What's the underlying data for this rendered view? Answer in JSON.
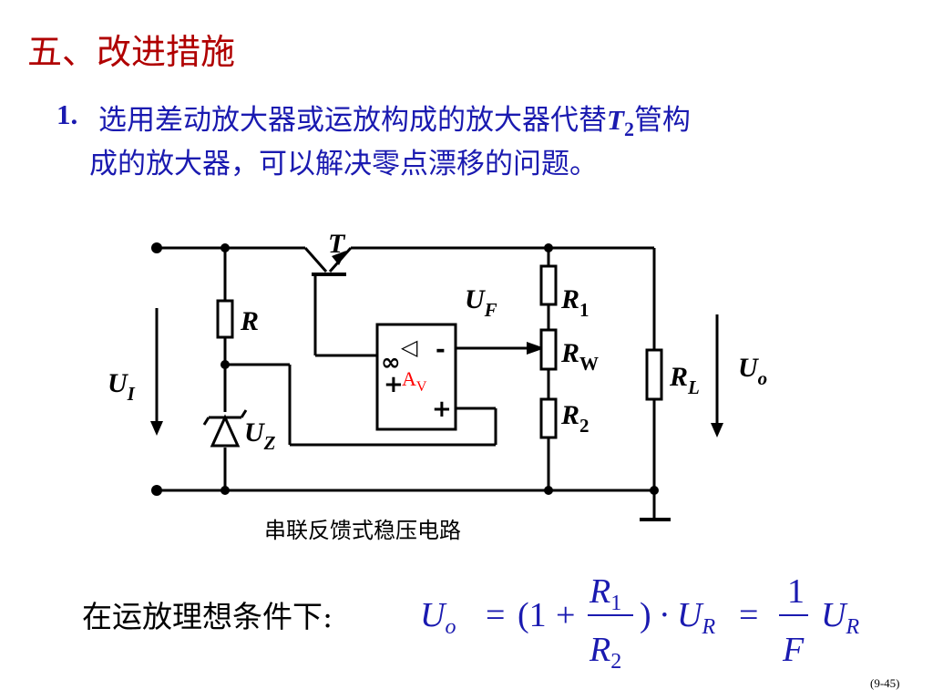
{
  "slide": {
    "section_title": "五、改进措施",
    "item_number": "1.",
    "item_text_1": "选用差动放大器或运放构成的放大器代替",
    "item_symbol_T": "T",
    "item_symbol_sub": "2",
    "item_text_2": "管构",
    "item_line2": "成的放大器，可以解决零点漂移的问题。",
    "condition": "在运放理想条件下:",
    "page_number": "(9-45)"
  },
  "circuit": {
    "caption": "串联反馈式稳压电路",
    "transistor": "T",
    "input_voltage": {
      "main": "U",
      "sub": "I"
    },
    "output_voltage": {
      "main": "U",
      "sub": "o"
    },
    "feedback_voltage": {
      "main": "U",
      "sub": "F"
    },
    "zener_voltage": {
      "main": "U",
      "sub": "Z"
    },
    "resistor_R": "R",
    "resistor_R1": {
      "main": "R",
      "sub": "1"
    },
    "resistor_RW": {
      "main": "R",
      "sub": "W"
    },
    "resistor_R2": {
      "main": "R",
      "sub": "2"
    },
    "resistor_RL": {
      "main": "R",
      "sub": "L"
    },
    "opamp_infinity": "∞",
    "opamp_triangle": "◁",
    "opamp_plus_left": "+",
    "opamp_gain": {
      "main": "A",
      "sub": "V"
    },
    "opamp_minus": "-",
    "opamp_plus_right": "+",
    "accent_color": "#ff0000"
  },
  "formula": {
    "lhs_main": "U",
    "lhs_sub": "o",
    "eq1": "=",
    "open": "(1",
    "plus": "+",
    "frac1_num_main": "R",
    "frac1_num_sub": "1",
    "frac1_den_main": "R",
    "frac1_den_sub": "2",
    "close": ")",
    "dot": "·",
    "ur1_main": "U",
    "ur1_sub": "R",
    "eq2": "=",
    "frac2_num": "1",
    "frac2_den": "F",
    "ur2_main": "U",
    "ur2_sub": "R"
  },
  "colors": {
    "title": "#b00000",
    "body_text": "#1a1ab0",
    "wire": "#000000",
    "gain_label": "#ff0000"
  }
}
